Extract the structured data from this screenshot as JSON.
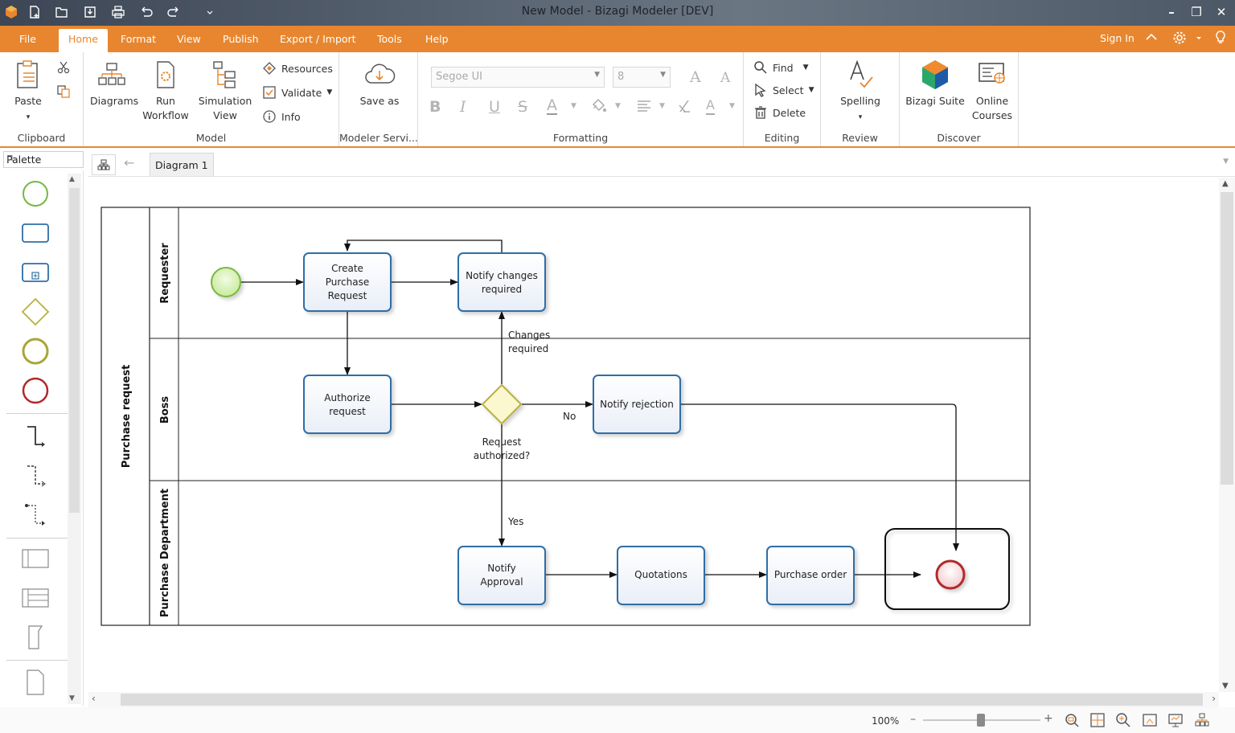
{
  "window": {
    "title": "New Model - Bizagi Modeler [DEV]",
    "minimize": "–",
    "restore": "❐",
    "close": "✕"
  },
  "menu": {
    "items": [
      "File",
      "Home",
      "Format",
      "View",
      "Publish",
      "Export / Import",
      "Tools",
      "Help"
    ],
    "active": "Home",
    "sign_in": "Sign In"
  },
  "ribbon": {
    "clipboard": {
      "label": "Clipboard",
      "paste": "Paste"
    },
    "model": {
      "label": "Model",
      "diagrams": "Diagrams",
      "run_workflow_1": "Run",
      "run_workflow_2": "Workflow",
      "simulation_1": "Simulation",
      "simulation_2": "View",
      "resources": "Resources",
      "validate": "Validate",
      "info": "Info"
    },
    "modeler_services": {
      "label": "Modeler Servi...",
      "save_as": "Save as"
    },
    "formatting": {
      "label": "Formatting",
      "font_family": "Segoe UI",
      "font_size": "8",
      "bold": "B",
      "italic": "I",
      "underline": "U",
      "strike": "S"
    },
    "editing": {
      "label": "Editing",
      "find": "Find",
      "select": "Select",
      "delete": "Delete"
    },
    "review": {
      "label": "Review",
      "spelling": "Spelling"
    },
    "discover": {
      "label": "Discover",
      "bizagi_suite": "Bizagi Suite",
      "online_courses_1": "Online",
      "online_courses_2": "Courses"
    },
    "colors": {
      "accent": "#e8862f"
    }
  },
  "palette": {
    "title": "Palette"
  },
  "tabs": {
    "diagram": "Diagram 1"
  },
  "diagram": {
    "pool": "Purchase request",
    "lanes": [
      "Requester",
      "Boss",
      "Purchase Department"
    ],
    "tasks": {
      "create_purchase_request": [
        "Create",
        "Purchase",
        "Request"
      ],
      "notify_changes_required": [
        "Notify changes",
        "required"
      ],
      "authorize_request": [
        "Authorize",
        "request"
      ],
      "notify_rejection": [
        "Notify rejection"
      ],
      "notify_approval": [
        "Notify",
        "Approval"
      ],
      "quotations": [
        "Quotations"
      ],
      "purchase_order": [
        "Purchase order"
      ]
    },
    "gateway_label": [
      "Request",
      "authorized?"
    ],
    "flow_labels": {
      "changes_required": [
        "Changes",
        "required"
      ],
      "no": "No",
      "yes": "Yes"
    },
    "colors": {
      "task_border": "#2f6ea6",
      "task_fill": "#f3f6fb",
      "start_fill": "#d9f2b6",
      "start_stroke": "#7ab842",
      "gateway_fill": "#fbf8cf",
      "gateway_stroke": "#b9b13c",
      "end_stroke": "#b02a2a",
      "end_fill": "#f6d4d8"
    }
  },
  "status": {
    "zoom": "100%"
  }
}
